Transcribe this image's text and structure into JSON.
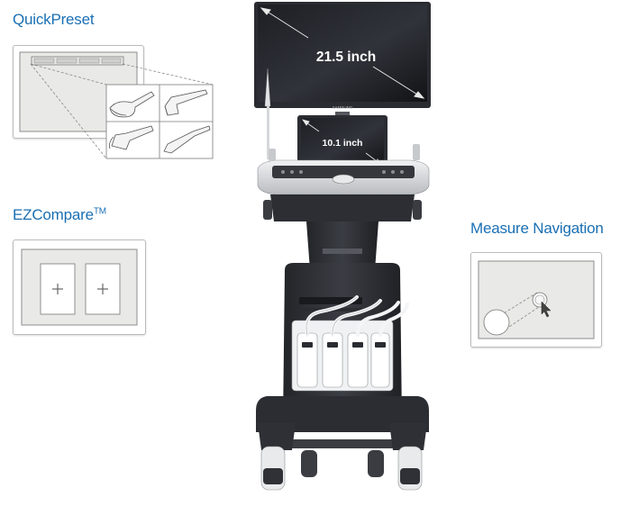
{
  "features": {
    "quickpreset": {
      "label": "QuickPreset"
    },
    "ezcompare": {
      "label": "EZCompare",
      "trademark": "TM"
    },
    "measure_navigation": {
      "label": "Measure Navigation"
    }
  },
  "device": {
    "main_monitor_size": "21.5 inch",
    "touch_screen_size": "10.1 inch",
    "brand": "SAMSUNG"
  },
  "colors": {
    "accent": "#1a6fb3",
    "panel_fill": "#e9e9e7",
    "device_dark": "#2b2d31"
  }
}
